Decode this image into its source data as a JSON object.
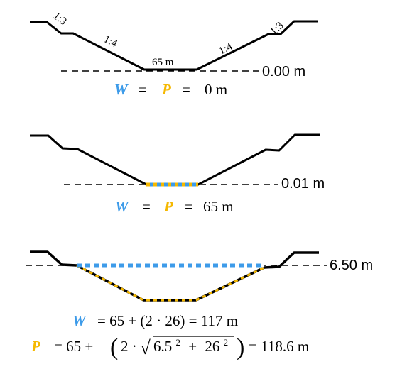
{
  "colors": {
    "wetted_width": "#3d9be9",
    "wetted_perimeter": "#f5b800",
    "line": "#000000",
    "text": "#000000"
  },
  "panel1": {
    "slope_outer_left": "1:3",
    "slope_inner_left": "1:4",
    "bottom_width": "65 m",
    "slope_inner_right": "1:4",
    "slope_outer_right": "1:3",
    "level": "0.00 m",
    "eq": {
      "w": "W",
      "eq1": "=",
      "p": "P",
      "eq2": "=",
      "value": "0 m"
    }
  },
  "panel2": {
    "level": "0.01 m",
    "eq": {
      "w": "W",
      "eq1": "=",
      "p": "P",
      "eq2": "=",
      "value": "65 m"
    }
  },
  "panel3": {
    "level": "6.50 m",
    "eq_w": {
      "symbol": "W",
      "expr": "= 65 + (2 · 26) = 117 m"
    },
    "eq_p": {
      "symbol": "P",
      "pre": "= 65 +",
      "lparen": "(",
      "two_dot": "2 ·",
      "radical": "√",
      "base1": "6.5",
      "exp1": "2",
      "plus": "+",
      "base2": "26",
      "exp2": "2",
      "rparen": ")",
      "result": "= 118.6 m"
    }
  }
}
